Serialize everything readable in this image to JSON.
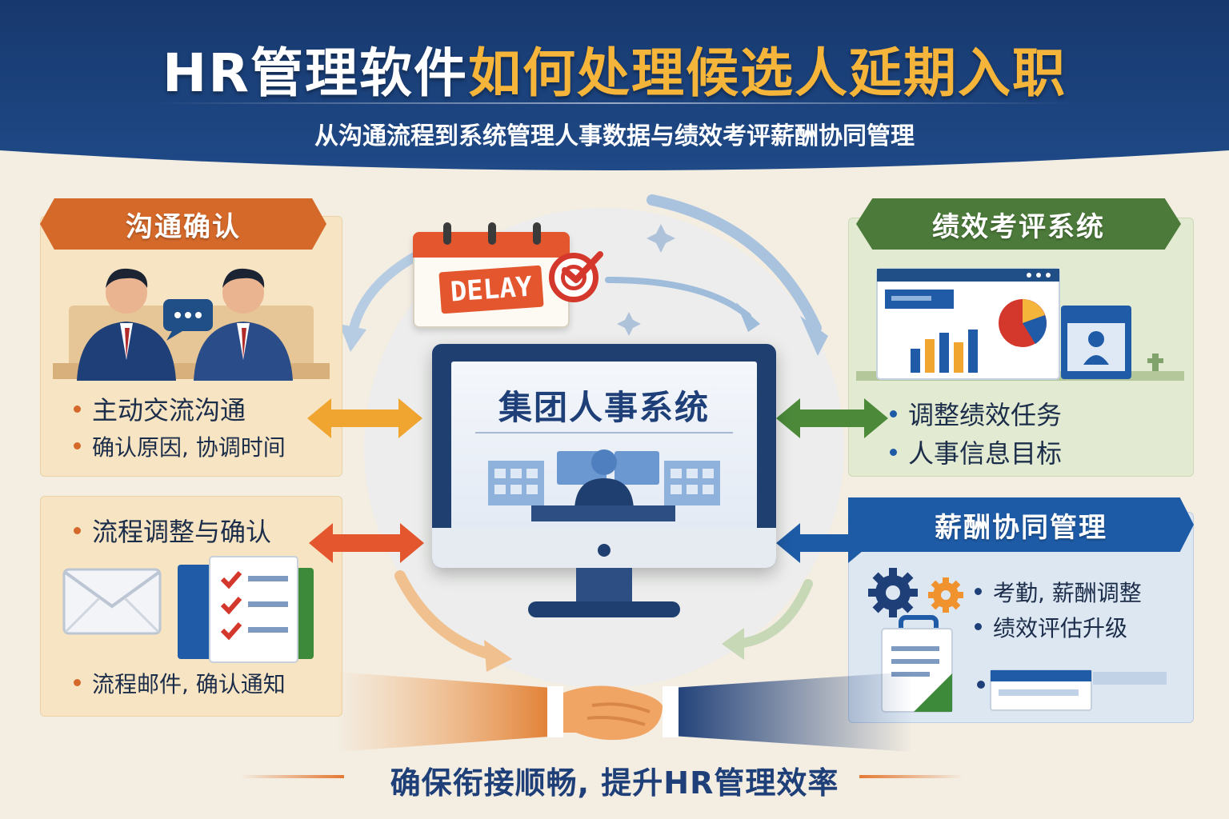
{
  "header": {
    "title_part1": "HR管理软件",
    "title_part2": "如何处理候选人延期入职",
    "subtitle": "从沟通流程到系统管理人事数据与绩效考评薪酬协同管理"
  },
  "left_top": {
    "ribbon": "沟通确认",
    "bullets": [
      "主动交流沟通",
      "确认原因, 协调时间"
    ]
  },
  "left_bottom": {
    "header_bullet": "流程调整与确认",
    "bullets": [
      "流程邮件, 确认通知"
    ]
  },
  "center": {
    "system_title": "集团人事系统",
    "delay_label": "DELAY"
  },
  "right_top": {
    "ribbon": "绩效考评系统",
    "bullets": [
      "调整绩效任务",
      "人事信息目标"
    ]
  },
  "right_bottom": {
    "ribbon": "薪酬协同管理",
    "bullets": [
      "考勤, 薪酬调整",
      "绩效评估升级"
    ]
  },
  "footer": {
    "text": "确保衔接顺畅, 提升HR管理效率"
  },
  "colors": {
    "navy": "#1e3f78",
    "orange": "#d4692a",
    "green": "#4c7a3a",
    "blue": "#1e5ba6",
    "gold": "#f5b43a"
  }
}
